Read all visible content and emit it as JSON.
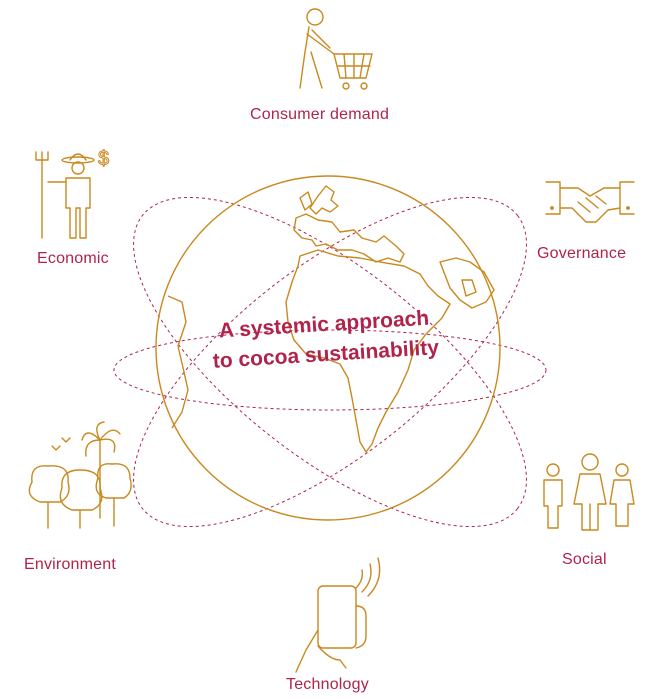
{
  "title": {
    "line1": "A systemic approach",
    "line2": "to cocoa sustainability"
  },
  "nodes": [
    {
      "label": "Consumer demand",
      "icon": "shopping-cart-person-icon"
    },
    {
      "label": "Governance",
      "icon": "handshake-icon"
    },
    {
      "label": "Social",
      "icon": "family-icon"
    },
    {
      "label": "Technology",
      "icon": "smartphone-hand-icon"
    },
    {
      "label": "Environment",
      "icon": "trees-icon"
    },
    {
      "label": "Economic",
      "icon": "farmer-money-icon"
    }
  ],
  "colors": {
    "line": "#c9891f",
    "text": "#b0234b",
    "orbit": "#b0234b"
  }
}
